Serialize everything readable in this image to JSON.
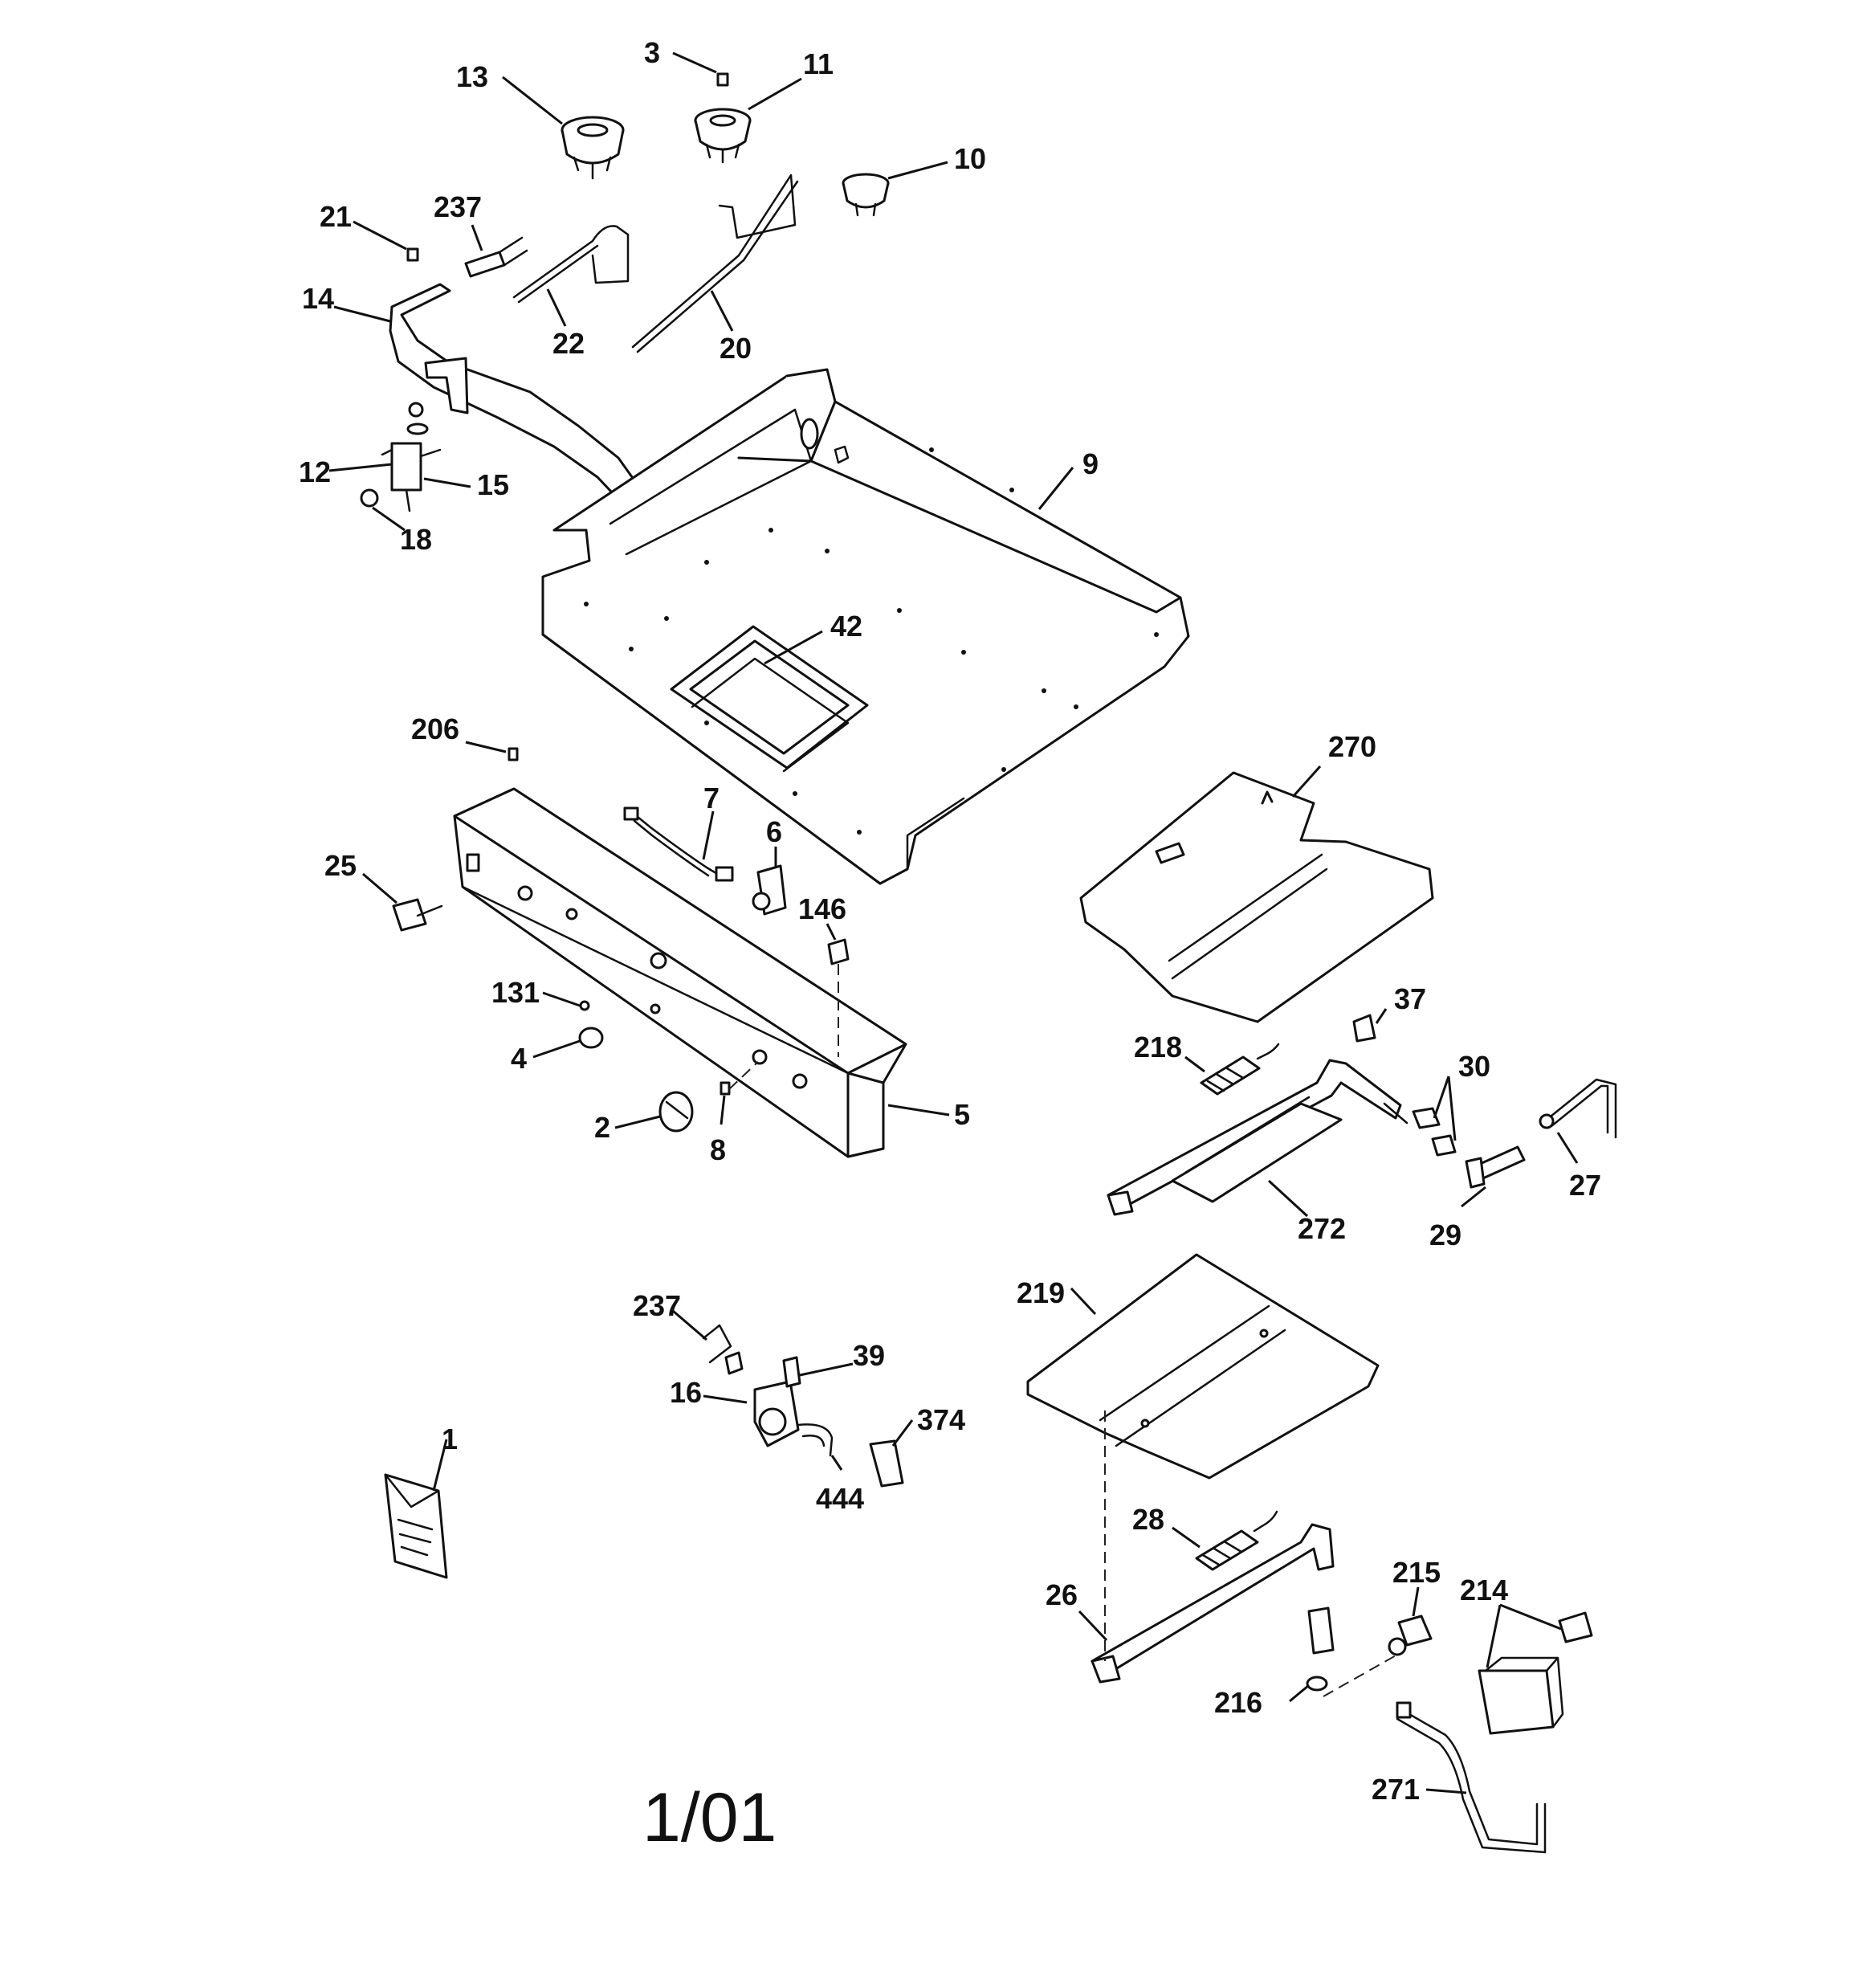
{
  "diagram": {
    "revision": "1/01",
    "parts": [
      {
        "id": "p13",
        "label": "13"
      },
      {
        "id": "p3",
        "label": "3"
      },
      {
        "id": "p11",
        "label": "11"
      },
      {
        "id": "p10",
        "label": "10"
      },
      {
        "id": "p21",
        "label": "21"
      },
      {
        "id": "p237a",
        "label": "237"
      },
      {
        "id": "p14",
        "label": "14"
      },
      {
        "id": "p22",
        "label": "22"
      },
      {
        "id": "p20",
        "label": "20"
      },
      {
        "id": "p9",
        "label": "9"
      },
      {
        "id": "p12",
        "label": "12"
      },
      {
        "id": "p15",
        "label": "15"
      },
      {
        "id": "p18",
        "label": "18"
      },
      {
        "id": "p42",
        "label": "42"
      },
      {
        "id": "p206",
        "label": "206"
      },
      {
        "id": "p270",
        "label": "270"
      },
      {
        "id": "p7",
        "label": "7"
      },
      {
        "id": "p6",
        "label": "6"
      },
      {
        "id": "p25",
        "label": "25"
      },
      {
        "id": "p146",
        "label": "146"
      },
      {
        "id": "p131",
        "label": "131"
      },
      {
        "id": "p37",
        "label": "37"
      },
      {
        "id": "p4",
        "label": "4"
      },
      {
        "id": "p218",
        "label": "218"
      },
      {
        "id": "p30",
        "label": "30"
      },
      {
        "id": "p5",
        "label": "5"
      },
      {
        "id": "p2",
        "label": "2"
      },
      {
        "id": "p8",
        "label": "8"
      },
      {
        "id": "p27",
        "label": "27"
      },
      {
        "id": "p272",
        "label": "272"
      },
      {
        "id": "p29",
        "label": "29"
      },
      {
        "id": "p219",
        "label": "219"
      },
      {
        "id": "p237b",
        "label": "237"
      },
      {
        "id": "p39",
        "label": "39"
      },
      {
        "id": "p16",
        "label": "16"
      },
      {
        "id": "p374",
        "label": "374"
      },
      {
        "id": "p444",
        "label": "444"
      },
      {
        "id": "p1",
        "label": "1"
      },
      {
        "id": "p28",
        "label": "28"
      },
      {
        "id": "p215",
        "label": "215"
      },
      {
        "id": "p214",
        "label": "214"
      },
      {
        "id": "p26",
        "label": "26"
      },
      {
        "id": "p216",
        "label": "216"
      },
      {
        "id": "p271",
        "label": "271"
      }
    ]
  }
}
